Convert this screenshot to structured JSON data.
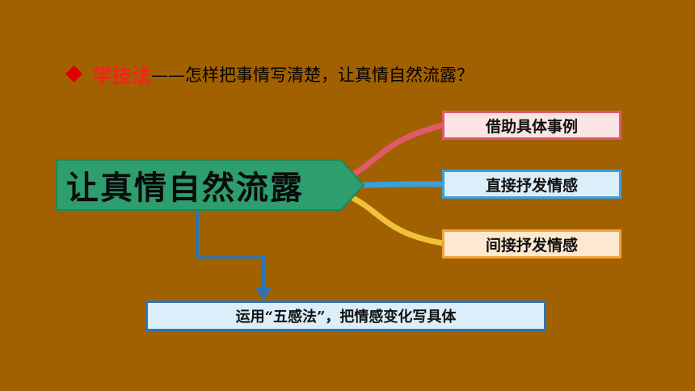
{
  "heading": {
    "bullet_icon": "diamond-bullet",
    "strong": "学技法",
    "rest": "——怎样把事情写清楚，让真情自然流露？"
  },
  "main_node": {
    "label": "让真情自然流露"
  },
  "branches": [
    {
      "label": "借助具体事例",
      "accent": "#e05a6a"
    },
    {
      "label": "直接抒发情感",
      "accent": "#3aa0d8"
    },
    {
      "label": "间接抒发情感",
      "accent": "#f2a43a"
    }
  ],
  "result": {
    "label": "运用“五感法”，把情感变化写具体"
  },
  "colors": {
    "background": "#a26100",
    "main_node": "#2e9e6e",
    "arrow": "#2e74b5"
  }
}
